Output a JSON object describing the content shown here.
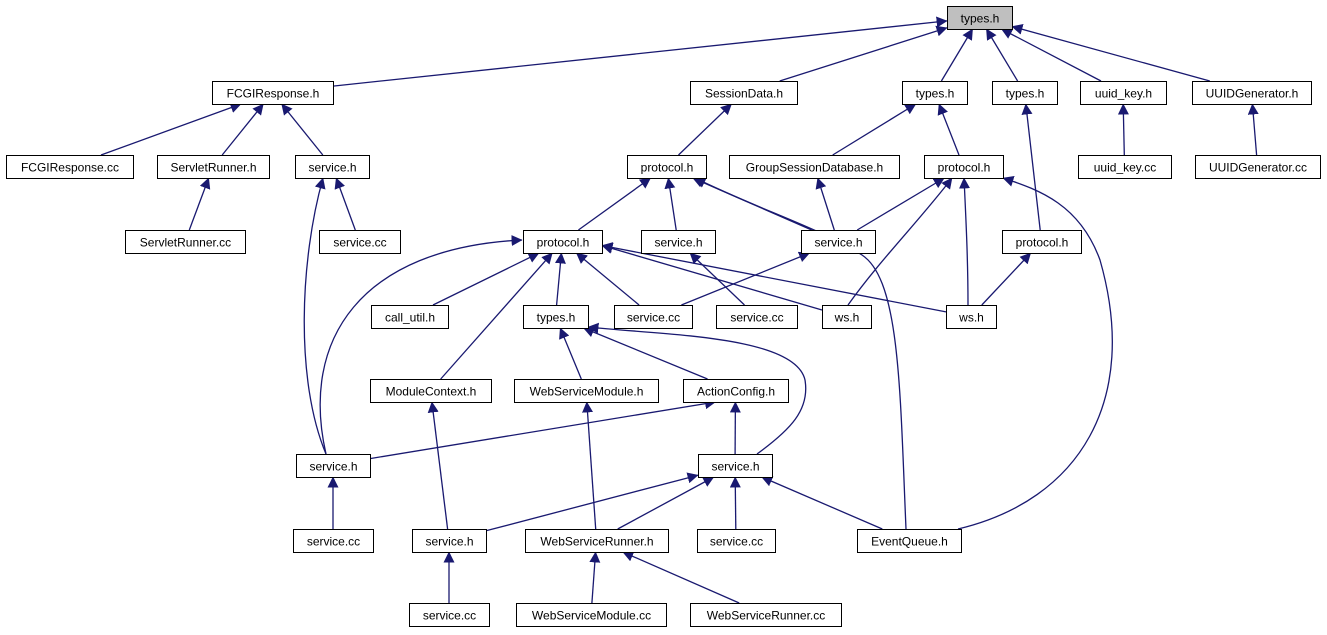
{
  "diagram": {
    "type": "include-dependency-graph",
    "colors": {
      "edge": "#191970",
      "node_fill": "#ffffff",
      "root_fill": "#bfbfbf",
      "node_border": "#000000"
    },
    "nodes": [
      {
        "id": "types_root",
        "label": "types.h",
        "root": true
      },
      {
        "id": "fcgiresponse_h",
        "label": "FCGIResponse.h"
      },
      {
        "id": "sessiondata_h",
        "label": "SessionData.h"
      },
      {
        "id": "types_b",
        "label": "types.h"
      },
      {
        "id": "types_c",
        "label": "types.h"
      },
      {
        "id": "uuid_key_h",
        "label": "uuid_key.h"
      },
      {
        "id": "uuidgenerator_h",
        "label": "UUIDGenerator.h"
      },
      {
        "id": "fcgiresponse_cc",
        "label": "FCGIResponse.cc"
      },
      {
        "id": "servletrunner_h",
        "label": "ServletRunner.h"
      },
      {
        "id": "service_h_a",
        "label": "service.h"
      },
      {
        "id": "protocol_h_a",
        "label": "protocol.h"
      },
      {
        "id": "groupsessiondatabase_h",
        "label": "GroupSessionDatabase.h"
      },
      {
        "id": "protocol_h_b",
        "label": "protocol.h"
      },
      {
        "id": "uuid_key_cc",
        "label": "uuid_key.cc"
      },
      {
        "id": "uuidgenerator_cc",
        "label": "UUIDGenerator.cc"
      },
      {
        "id": "servletrunner_cc",
        "label": "ServletRunner.cc"
      },
      {
        "id": "service_cc_a",
        "label": "service.cc"
      },
      {
        "id": "protocol_h_c",
        "label": "protocol.h"
      },
      {
        "id": "service_h_b",
        "label": "service.h"
      },
      {
        "id": "service_h_c",
        "label": "service.h"
      },
      {
        "id": "protocol_h_d",
        "label": "protocol.h"
      },
      {
        "id": "call_util_h",
        "label": "call_util.h"
      },
      {
        "id": "types_d",
        "label": "types.h"
      },
      {
        "id": "service_cc_b",
        "label": "service.cc"
      },
      {
        "id": "service_cc_c",
        "label": "service.cc"
      },
      {
        "id": "ws_h_a",
        "label": "ws.h"
      },
      {
        "id": "ws_h_b",
        "label": "ws.h"
      },
      {
        "id": "modulecontext_h",
        "label": "ModuleContext.h"
      },
      {
        "id": "webservicemodule_h",
        "label": "WebServiceModule.h"
      },
      {
        "id": "actionconfig_h",
        "label": "ActionConfig.h"
      },
      {
        "id": "service_h_d",
        "label": "service.h"
      },
      {
        "id": "service_h_e",
        "label": "service.h"
      },
      {
        "id": "service_cc_d",
        "label": "service.cc"
      },
      {
        "id": "service_h_f",
        "label": "service.h"
      },
      {
        "id": "webservicerunner_h",
        "label": "WebServiceRunner.h"
      },
      {
        "id": "service_cc_e",
        "label": "service.cc"
      },
      {
        "id": "eventqueue_h",
        "label": "EventQueue.h"
      },
      {
        "id": "service_cc_f",
        "label": "service.cc"
      },
      {
        "id": "webservicemodule_cc",
        "label": "WebServiceModule.cc"
      },
      {
        "id": "webservicerunner_cc",
        "label": "WebServiceRunner.cc"
      }
    ],
    "edges": [
      [
        "fcgiresponse_h",
        "types_root"
      ],
      [
        "sessiondata_h",
        "types_root"
      ],
      [
        "types_b",
        "types_root"
      ],
      [
        "types_c",
        "types_root"
      ],
      [
        "uuid_key_h",
        "types_root"
      ],
      [
        "uuidgenerator_h",
        "types_root"
      ],
      [
        "fcgiresponse_cc",
        "fcgiresponse_h"
      ],
      [
        "servletrunner_h",
        "fcgiresponse_h"
      ],
      [
        "service_h_a",
        "fcgiresponse_h"
      ],
      [
        "servletrunner_cc",
        "servletrunner_h"
      ],
      [
        "service_cc_a",
        "service_h_a"
      ],
      [
        "service_h_d",
        "service_h_a"
      ],
      [
        "protocol_h_a",
        "sessiondata_h"
      ],
      [
        "groupsessiondatabase_h",
        "types_b"
      ],
      [
        "protocol_h_b",
        "types_b"
      ],
      [
        "protocol_h_d",
        "types_c"
      ],
      [
        "uuid_key_cc",
        "uuid_key_h"
      ],
      [
        "uuidgenerator_cc",
        "uuidgenerator_h"
      ],
      [
        "protocol_h_c",
        "protocol_h_a"
      ],
      [
        "service_h_b",
        "protocol_h_a"
      ],
      [
        "service_h_c",
        "protocol_h_a"
      ],
      [
        "eventqueue_h",
        "protocol_h_a"
      ],
      [
        "service_h_c",
        "groupsessiondatabase_h"
      ],
      [
        "service_h_c",
        "protocol_h_b"
      ],
      [
        "ws_h_a",
        "protocol_h_b"
      ],
      [
        "ws_h_b",
        "protocol_h_b"
      ],
      [
        "eventqueue_h",
        "protocol_h_b"
      ],
      [
        "service_cc_b",
        "service_h_c"
      ],
      [
        "service_cc_c",
        "service_h_b"
      ],
      [
        "ws_h_b",
        "protocol_h_d"
      ],
      [
        "call_util_h",
        "protocol_h_c"
      ],
      [
        "types_d",
        "protocol_h_c"
      ],
      [
        "service_cc_b",
        "protocol_h_c"
      ],
      [
        "ws_h_a",
        "protocol_h_c"
      ],
      [
        "ws_h_b",
        "protocol_h_c"
      ],
      [
        "modulecontext_h",
        "protocol_h_c"
      ],
      [
        "service_h_d",
        "protocol_h_c"
      ],
      [
        "webservicemodule_h",
        "types_d"
      ],
      [
        "actionconfig_h",
        "types_d"
      ],
      [
        "service_h_e",
        "types_d"
      ],
      [
        "service_h_d",
        "actionconfig_h"
      ],
      [
        "service_h_e",
        "actionconfig_h"
      ],
      [
        "service_h_f",
        "modulecontext_h"
      ],
      [
        "webservicerunner_h",
        "webservicemodule_h"
      ],
      [
        "service_cc_d",
        "service_h_d"
      ],
      [
        "service_h_f",
        "service_h_e"
      ],
      [
        "webservicerunner_h",
        "service_h_e"
      ],
      [
        "service_cc_e",
        "service_h_e"
      ],
      [
        "eventqueue_h",
        "service_h_e"
      ],
      [
        "service_cc_f",
        "service_h_f"
      ],
      [
        "webservicemodule_cc",
        "webservicerunner_h"
      ],
      [
        "webservicerunner_cc",
        "webservicerunner_h"
      ]
    ]
  }
}
